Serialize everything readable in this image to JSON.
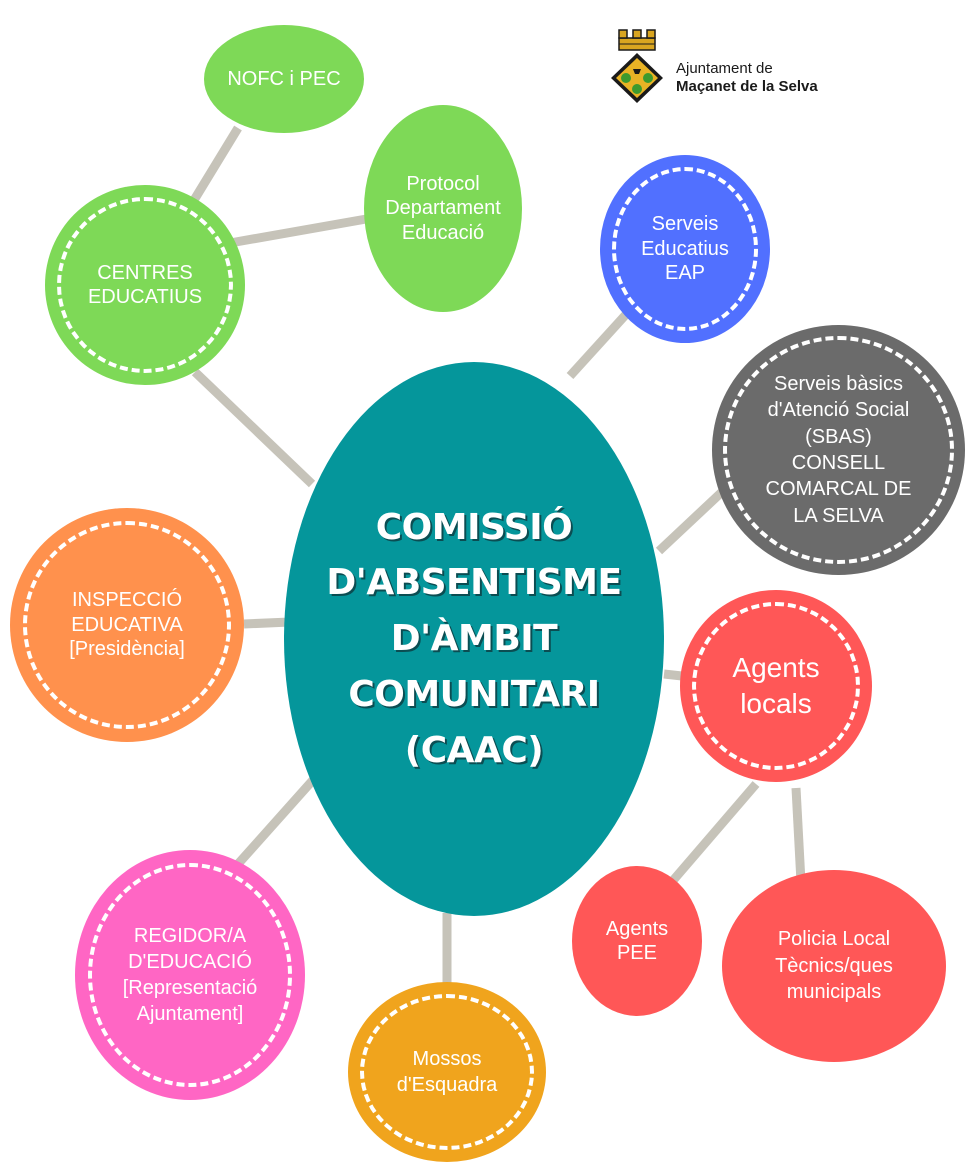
{
  "logo": {
    "line1": "Ajuntament de",
    "line2": "Maçanet de la Selva",
    "crest_icon": "municipal-coat-of-arms-icon"
  },
  "hub": {
    "label": "COMISSIÓ\nD'ABSENTISME\nD'ÀMBIT\nCOMUNITARI\n(CAAC)",
    "color": "#05969b"
  },
  "nodes": {
    "nofc": {
      "label": "NOFC i PEC",
      "color": "#7ed957"
    },
    "protocol": {
      "label": "Protocol\nDepartament\nEducació",
      "color": "#7ed957"
    },
    "centres": {
      "label": "CENTRES\nEDUCATIUS",
      "color": "#7ed957"
    },
    "serveis_educatius": {
      "label": "Serveis\nEducatius\nEAP",
      "color": "#5170ff"
    },
    "sbas": {
      "label": "Serveis bàsics\nd'Atenció Social\n(SBAS)\nCONSELL\nCOMARCAL DE\nLA SELVA",
      "color": "#6b6b6b"
    },
    "inspeccio": {
      "label": "INSPECCIÓ\nEDUCATIVA\n[Presidència]",
      "color": "#ff914d"
    },
    "agents_locals": {
      "label": "Agents\nlocals",
      "color": "#ff5757"
    },
    "agents_pee": {
      "label": "Agents\nPEE",
      "color": "#ff5757"
    },
    "policia": {
      "label": "Policia Local\nTècnics/ques\nmunicipals",
      "color": "#ff5757"
    },
    "regidor": {
      "label": "REGIDOR/A\nD'EDUCACIÓ\n[Representació\nAjuntament]",
      "color": "#ff66c4"
    },
    "mossos": {
      "label": "Mossos\nd'Esquadra",
      "color": "#f0a41d"
    }
  },
  "connector_color": "#c6c3b9"
}
